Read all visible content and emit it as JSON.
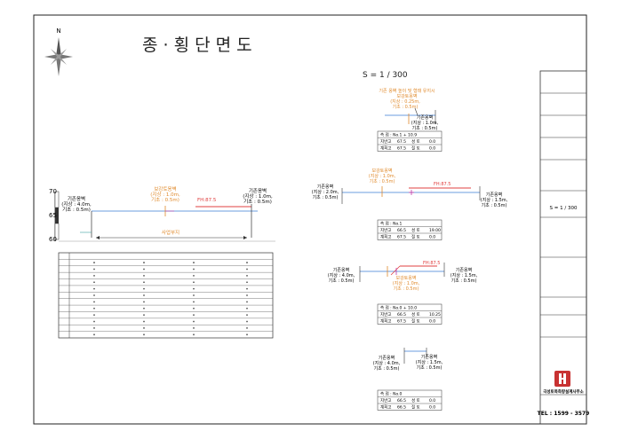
{
  "title": "종 · 횡 단 면 도",
  "north_label": "N",
  "scale_main": "S = 1 / 300",
  "left_section": {
    "y_ticks": [
      "70",
      "65",
      "60"
    ],
    "left_label": [
      "기존옹벽",
      "(지상 : 4.0m,",
      "기초 : 0.5m)"
    ],
    "center_label": [
      "보강토옹벽",
      "(지상 : 1.0m,",
      "기초 : 0.5m)"
    ],
    "fh_label": "FH:87.5",
    "right_label": [
      "기존옹벽",
      "(지상 : 1.0m,",
      "기초 : 0.5m)"
    ],
    "bottom_label": "사업부지"
  },
  "profile_table": {
    "row_labels": [
      "",
      "",
      "",
      "",
      "",
      "",
      "",
      "",
      "",
      "",
      "",
      "",
      ""
    ],
    "footer": ""
  },
  "sections": [
    {
      "top_note": [
        "기존 옹벽 높이 및 형태 유지시",
        "보강토옹벽"
      ],
      "note_sub": [
        "(지상 : 0.25m,",
        "기초 : 0.5m)"
      ],
      "right_label": [
        "기존옹벽",
        "(지상 : 1.0m,",
        "기초 : 0.5m)"
      ],
      "station": "측 점 : No.1 + 10.9",
      "rows": [
        [
          "지반고",
          "67.5",
          "성 토",
          "0.0"
        ],
        [
          "계획고",
          "67.5",
          "절 토",
          "0.0"
        ]
      ]
    },
    {
      "top_note": [
        "보강토옹벽"
      ],
      "note_sub": [
        "(지상 : 1.0m,",
        "기초 : 0.5m)"
      ],
      "left_label": [
        "기존옹벽",
        "(지상 : 2.0m,",
        "기초 : 0.5m)"
      ],
      "fh_label": "FH:87.5",
      "right_label": [
        "기존옹벽",
        "(지상 : 1.5m,",
        "기초 : 0.5m)"
      ],
      "station": "측 점 : No.1",
      "rows": [
        [
          "지반고",
          "66.5",
          "성 토",
          "19.00"
        ],
        [
          "계획고",
          "67.5",
          "절 토",
          "0.0"
        ]
      ]
    },
    {
      "left_label": [
        "기존옹벽",
        "(지상 : 4.0m,",
        "기초 : 0.5m)"
      ],
      "fh_label": "FH:87.5",
      "center_label": [
        "보강토옹벽",
        "(지상 : 1.0m,",
        "기초 : 0.5m)"
      ],
      "right_label": [
        "기존옹벽",
        "(지상 : 1.5m,",
        "기초 : 0.5m)"
      ],
      "station": "측 점 : No.0 + 10.0",
      "rows": [
        [
          "지반고",
          "66.5",
          "성 토",
          "10.25"
        ],
        [
          "계획고",
          "67.5",
          "절 토",
          "0.0"
        ]
      ]
    },
    {
      "left_label": [
        "기존옹벽",
        "(지상 : 4.0m,",
        "기초 : 0.5m)"
      ],
      "right_label": [
        "기존옹벽",
        "(지상 : 1.5m,",
        "기초 : 0.5m)"
      ],
      "station": "측 점 : No.0",
      "rows": [
        [
          "지반고",
          "66.5",
          "성 토",
          "0.0"
        ],
        [
          "계획고",
          "66.5",
          "절 토",
          "0.0"
        ]
      ]
    }
  ],
  "title_block": {
    "scale": "S = 1 / 300",
    "company": "극성토목측량설계사무소",
    "tel": "TEL : 1599 - 3579",
    "cells": [
      "",
      "",
      "",
      "",
      "",
      "",
      "",
      ""
    ]
  },
  "colors": {
    "orange": "#e08a2c",
    "red": "#e04040",
    "blue": "#3a7bd5",
    "magenta": "#c03aa8",
    "teal": "#3aa0a0",
    "logo": "#c83232"
  }
}
